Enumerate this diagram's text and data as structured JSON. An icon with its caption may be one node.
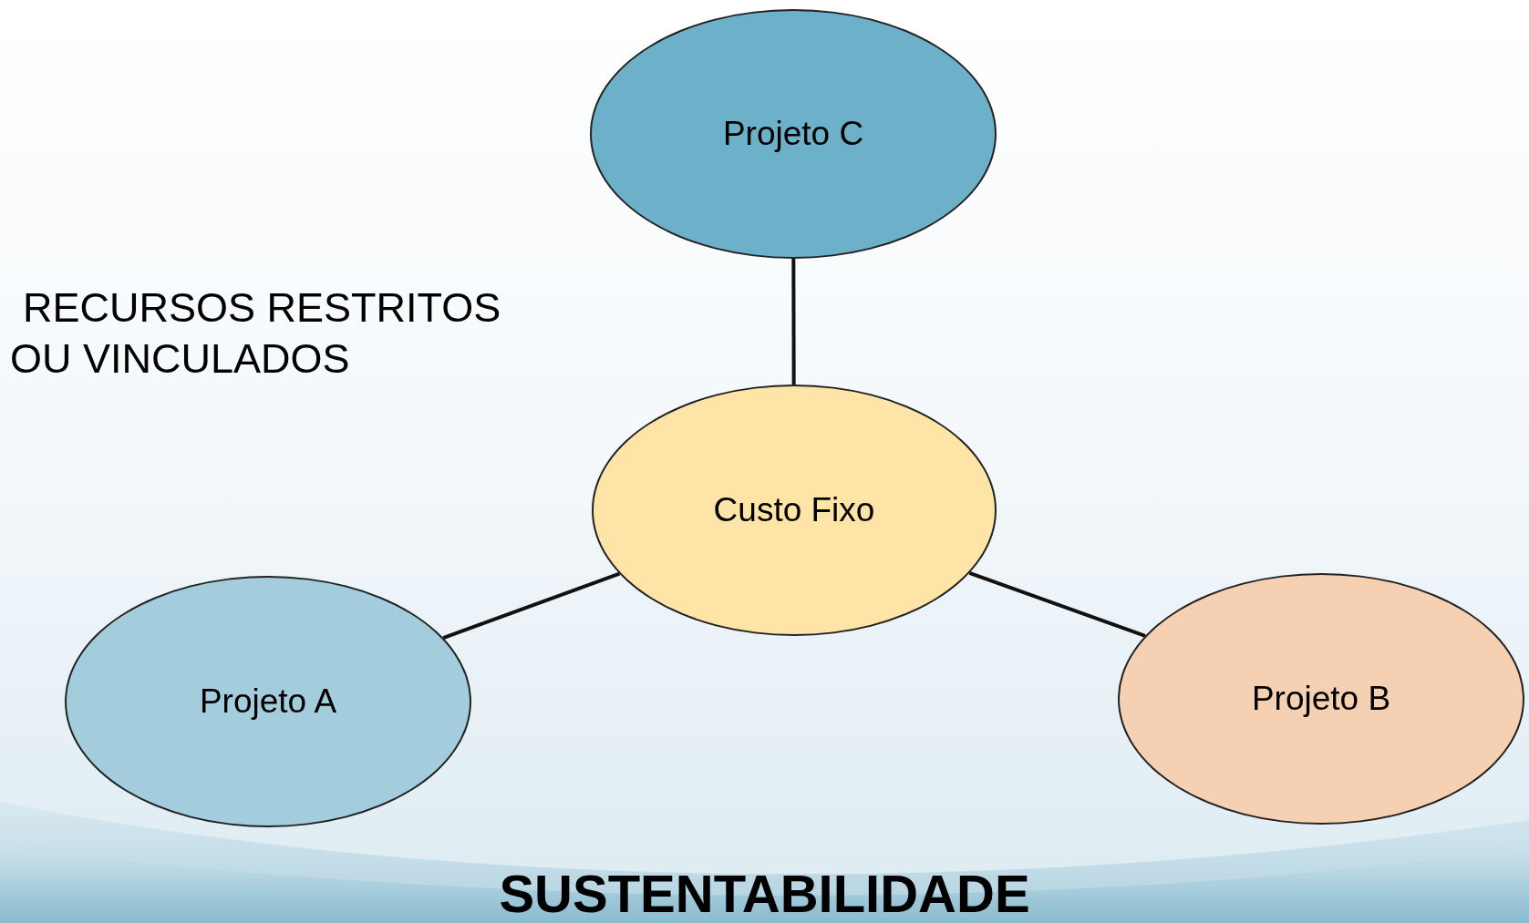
{
  "diagram": {
    "caption": "SUSTENTABILIDADE",
    "nodes": [
      {
        "text": [
          "Projeto C"
        ]
      },
      {
        "text": [
          "Custo Fixo"
        ]
      },
      {
        "text": [
          "Projeto A"
        ]
      },
      {
        "text": [
          "Projeto B"
        ]
      }
    ],
    "edges": [
      {
        "from": 1,
        "to": 0,
        "arrow": "none"
      },
      {
        "from": 1,
        "to": 2,
        "arrow": "none"
      },
      {
        "from": 1,
        "to": 3,
        "arrow": "none"
      }
    ],
    "labels": [
      "RECURSOS RESTRITOS OU VINCULADOS"
    ]
  }
}
